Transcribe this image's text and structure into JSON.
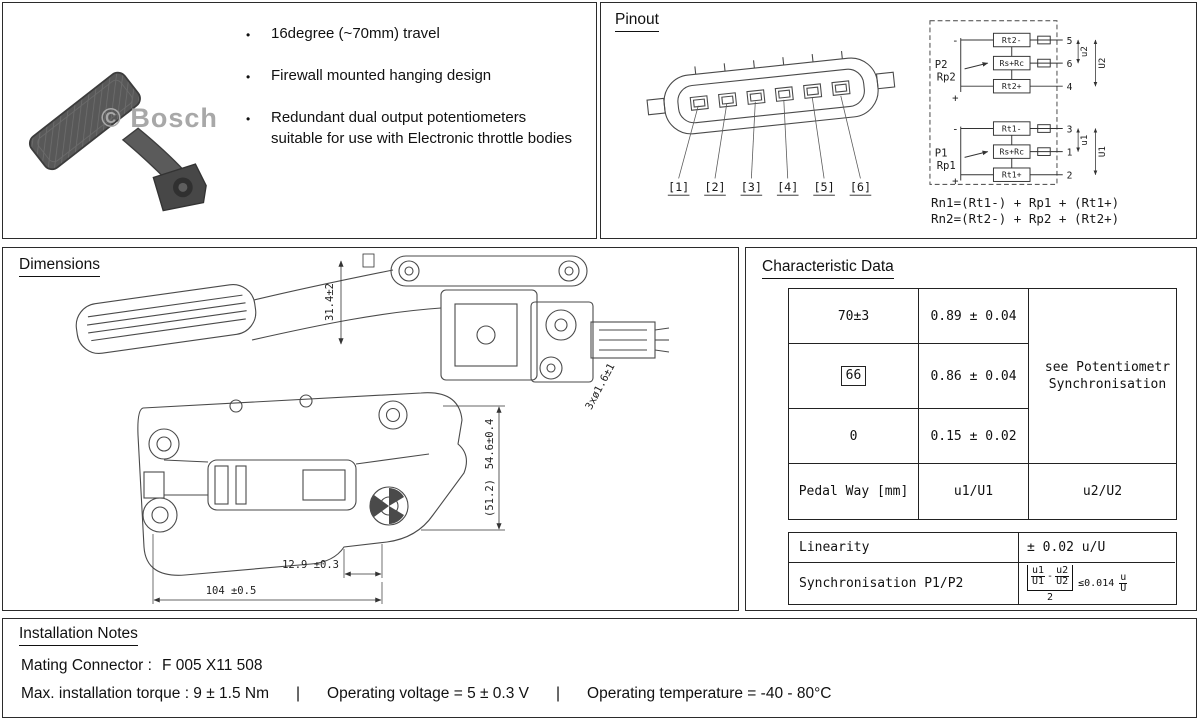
{
  "product": {
    "bullet": "•",
    "watermark": "© Bosch",
    "features": [
      "16degree (~70mm) travel",
      "Firewall mounted hanging design",
      "Redundant dual output potentiometers suitable for use with Electronic throttle bodies"
    ]
  },
  "pinout": {
    "title": "Pinout",
    "pins": [
      "[1]",
      "[2]",
      "[3]",
      "[4]",
      "[5]",
      "[6]"
    ],
    "circuit": {
      "p2": {
        "name": "P2",
        "rp": "Rp2",
        "minus": "-",
        "plus": "+",
        "r_top": "Rt2-",
        "r_mid": "Rs+Rc",
        "r_bot": "Rt2+",
        "pin_top": "5",
        "pin_mid": "6",
        "pin_bot": "4",
        "u_small": "u2",
        "u_big": "U2"
      },
      "p1": {
        "name": "P1",
        "rp": "Rp1",
        "minus": "-",
        "plus": "+",
        "r_top": "Rt1-",
        "r_mid": "Rs+Rc",
        "r_bot": "Rt1+",
        "pin_top": "3",
        "pin_mid": "1",
        "pin_bot": "2",
        "u_small": "u1",
        "u_big": "U1"
      },
      "formula1": "Rn1=(Rt1-) + Rp1 + (Rt1+)",
      "formula2": "Rn2=(Rt2-) + Rp2 + (Rt2+)"
    }
  },
  "dimensions": {
    "title": "Dimensions",
    "dim_travel": "31.4±2",
    "dim_holes": "3xø1.6±1",
    "dim_height": "54.6±0.4",
    "dim_height_ref": "(51.2)",
    "dim_offset": "12.9 ±0.3",
    "dim_width": "104 ±0.5"
  },
  "characteristic": {
    "title": "Characteristic Data",
    "rows": [
      {
        "c1": "70±3",
        "c2": "0.89 ± 0.04"
      },
      {
        "c1": "66",
        "c2": "0.86 ± 0.04"
      },
      {
        "c1": "0",
        "c2": "0.15 ± 0.02"
      },
      {
        "c1": "Pedal Way [mm]",
        "c2": "u1/U1",
        "c3": "u2/U2"
      }
    ],
    "see_note_line1": "see Potentiometr",
    "see_note_line2": "Synchronisation",
    "linearity_label": "Linearity",
    "linearity_value": "± 0.02 u/U",
    "sync_label": "Synchronisation P1/P2",
    "formula": {
      "n1_top": "u1",
      "n1_bot": "U1",
      "minus": "-",
      "n2_top": "u2",
      "n2_bot": "U2",
      "den": "2",
      "rhs": "≤0.014",
      "u_top": "u",
      "u_bot": "U"
    }
  },
  "installation": {
    "title": "Installation Notes",
    "line1_label": "Mating Connector :",
    "line1_value": "F 005 X11 508",
    "torque": "Max. installation torque : 9 ± 1.5 Nm",
    "sep": "|",
    "voltage": "Operating voltage = 5 ± 0.3 V",
    "temperature": "Operating temperature = -40 - 80°C"
  }
}
